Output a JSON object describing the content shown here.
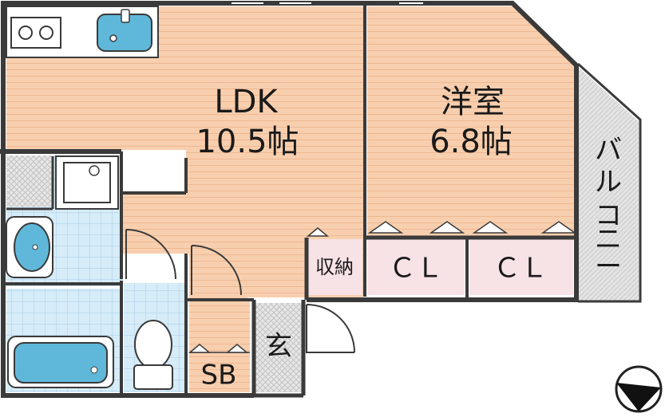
{
  "rooms": {
    "ldk": {
      "name": "LDK",
      "size": "10.5帖"
    },
    "western": {
      "name": "洋室",
      "size": "6.8帖"
    },
    "storage": "収納",
    "closet_1": "ＣＬ",
    "closet_2": "ＣＬ",
    "entrance": "玄",
    "shoe_box": "SB",
    "balcony": [
      "バ",
      "ル",
      "コ",
      "ニ",
      "ー"
    ]
  },
  "colors": {
    "floor_wood": "#f8cfae",
    "floor_wood_line": "#eeb894",
    "tile_blue": "#d6ecf8",
    "tile_line": "#a9cde6",
    "fixture_blue": "#5fb8da",
    "closet_pink": "#f7e2e6",
    "grey_hatch": "#d9d9d9",
    "wall": "#3a3a3a"
  },
  "icons": [
    "stove-icon",
    "kitchen-sink-icon",
    "washing-machine-icon",
    "washbasin-icon",
    "bathtub-icon",
    "toilet-icon",
    "compass-icon"
  ]
}
